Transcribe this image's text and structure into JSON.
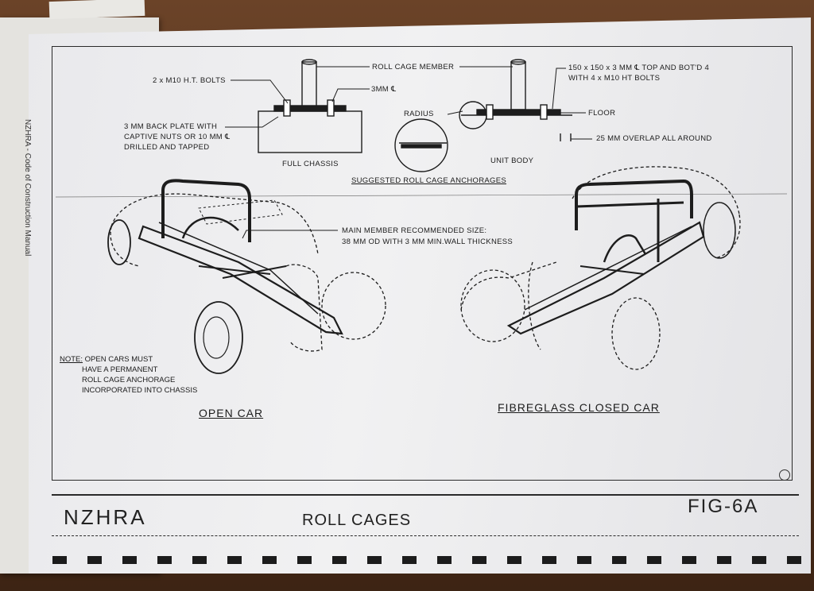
{
  "document": {
    "side_text": "NZHRA - Code of Construction Manual",
    "anchorage_detail": {
      "heading": "SUGGESTED ROLL CAGE ANCHORAGES",
      "full_chassis": {
        "caption": "FULL CHASSIS",
        "label_bolts": "2 x M10 H.T. BOLTS",
        "label_roll_cage_member": "ROLL CAGE MEMBER",
        "label_plate": "3MM ℄",
        "label_back_plate": [
          "3 MM BACK PLATE WITH",
          "CAPTIVE NUTS OR 10 MM ℄",
          "DRILLED AND TAPPED"
        ]
      },
      "unit_body": {
        "caption": "UNIT BODY",
        "label_radius": "RADIUS",
        "label_floor": "FLOOR",
        "label_plate": [
          "150 x 150 x 3 MM ℄ TOP AND BOT'D 4",
          "WITH 4 x M10 HT BOLTS"
        ],
        "label_overlap": "25 MM OVERLAP ALL AROUND"
      }
    },
    "main_member": [
      "MAIN MEMBER RECOMMENDED SIZE:",
      "38 MM OD WITH 3 MM MIN.WALL THICKNESS"
    ],
    "note": {
      "prefix": "NOTE:",
      "lines": [
        "OPEN CARS MUST",
        "HAVE A PERMANENT",
        "ROLL CAGE ANCHORAGE",
        "INCORPORATED INTO CHASSIS"
      ]
    },
    "captions": {
      "open_car": "OPEN CAR",
      "closed_car": "FIBREGLASS CLOSED CAR"
    },
    "title_block": {
      "organization": "NZHRA",
      "title": "ROLL CAGES",
      "figure": "FIG-6A"
    }
  }
}
